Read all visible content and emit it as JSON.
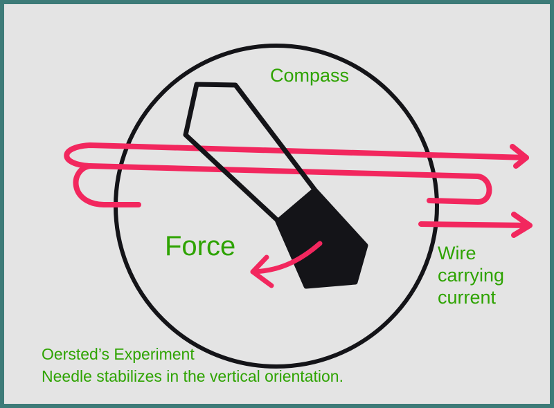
{
  "labels": {
    "compass": "Compass",
    "force": "Force",
    "wire_line1": "Wire",
    "wire_line2": "carrying",
    "wire_line3": "current",
    "caption_title": "Oersted’s Experiment",
    "caption_body": "Needle stabilizes in the vertical orientation."
  },
  "colors": {
    "border": "#3d7b78",
    "background": "#e4e4e4",
    "label_green": "#2ea300",
    "wire_red": "#f2275e",
    "needle_black": "#141418"
  }
}
